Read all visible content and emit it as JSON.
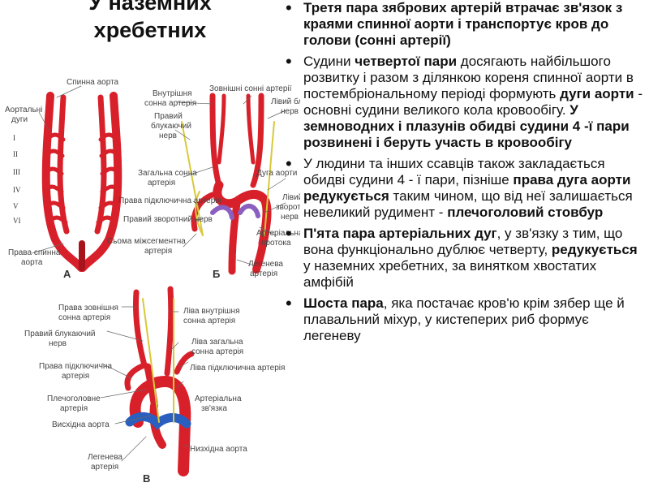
{
  "title": {
    "line1": "У наземних",
    "line2": "хребетних"
  },
  "figure": {
    "letters": {
      "a": "А",
      "b": "Б",
      "c": "В"
    },
    "labels_a": {
      "dorsal_aorta": "Спинна аорта",
      "aortic_arches_1": "Аортальні",
      "aortic_arches_2": "дуги",
      "right_dorsal_1": "Права спинна",
      "right_dorsal_2": "аорта",
      "roman": [
        "I",
        "II",
        "III",
        "IV",
        "V",
        "VI"
      ]
    },
    "labels_b": {
      "internal_carotid_1": "Внутрішня",
      "internal_carotid_2": "сонна артерія",
      "external_carotid": "Зовнішні сонні артерії",
      "left_vagus_1": "Лівий блукаючий",
      "left_vagus_2": "нерв",
      "right_vagus_1": "Правий",
      "right_vagus_2": "блукаючий",
      "right_vagus_3": "нерв",
      "common_carotid_1": "Загальна сонна",
      "common_carotid_2": "артерія",
      "aortic_arch": "Дуга аорти",
      "right_subclavian": "Права підключична артерія",
      "right_recurrent": "Правий зворотний нерв",
      "left_recurrent_1": "Лівий",
      "left_recurrent_2": "зворотний",
      "left_recurrent_3": "нерв",
      "arterial_duct_1": "Артеріальна",
      "arterial_duct_2": "протока",
      "intersegmental_1": "Сьома міжсегментна",
      "intersegmental_2": "артерія",
      "pulmonary_1": "Легенева",
      "pulmonary_2": "артерія"
    },
    "labels_c": {
      "right_external_carotid_1": "Права зовнішня",
      "right_external_carotid_2": "сонна артерія",
      "left_internal_carotid_1": "Ліва внутрішня",
      "left_internal_carotid_2": "сонна артерія",
      "right_vagus_1": "Правий блукаючий",
      "right_vagus_2": "нерв",
      "left_common_carotid_1": "Ліва загальна",
      "left_common_carotid_2": "сонна артерія",
      "right_subclavian_1": "Права підключична",
      "right_subclavian_2": "артерія",
      "left_subclavian": "Ліва підключична артерія",
      "brachiocephalic_1": "Плечоголовне",
      "brachiocephalic_2": "артерія",
      "arterial_ligament_1": "Артеріальна",
      "arterial_ligament_2": "зв'язка",
      "ascending_aorta": "Висхідна аорта",
      "descending_aorta": "Низхідна аорта",
      "pulmonary_1": "Легенева",
      "pulmonary_2": "артерія"
    },
    "colors": {
      "artery": "#d8202a",
      "artery_dark": "#a8141c",
      "nerve": "#d8c93a",
      "vein_blue": "#2a5fbf",
      "vein_purple": "#8a5fbf"
    }
  },
  "bullets": [
    [
      {
        "t": "Третя пара зябрових артерій втрачає зв'язок з краями спинної аорти і транспортує кров до голови (сонні артерії)",
        "b": true
      }
    ],
    [
      {
        "t": "Судини ",
        "b": false
      },
      {
        "t": "четвертої пари",
        "b": true
      },
      {
        "t": " досягають найбільшого розвитку і разом з ділянкою кореня спинної аорти в постембріональному періоді формують ",
        "b": false
      },
      {
        "t": "дуги аорти",
        "b": true
      },
      {
        "t": " - основні судини великого кола кровообігу. ",
        "b": false
      },
      {
        "t": "У земноводних і плазунів обидві судини 4 -ї пари розвинені і беруть участь в кровообігу",
        "b": true
      }
    ],
    [
      {
        "t": "У людини та інших ссавців також закладається обидві судини 4 - ї пари, пізніше ",
        "b": false
      },
      {
        "t": "права дуга аорти редукується",
        "b": true
      },
      {
        "t": " таким чином, що від неї залишається невеликий рудимент - ",
        "b": false
      },
      {
        "t": "плечоголовий стовбур",
        "b": true
      }
    ],
    [
      {
        "t": "П'ята пара артеріальних дуг",
        "b": true
      },
      {
        "t": ", у зв'язку з тим, що вона функціонально дублює четверту, ",
        "b": false
      },
      {
        "t": "редукується",
        "b": true
      },
      {
        "t": " у наземних хребетних, за винятком хвостатих амфібій",
        "b": false
      }
    ],
    [
      {
        "t": "Шоста пара",
        "b": true
      },
      {
        "t": ", яка постачає кров'ю крім зябер ще й плавальний міхур, у кистеперих риб формує легеневу",
        "b": false
      }
    ]
  ]
}
